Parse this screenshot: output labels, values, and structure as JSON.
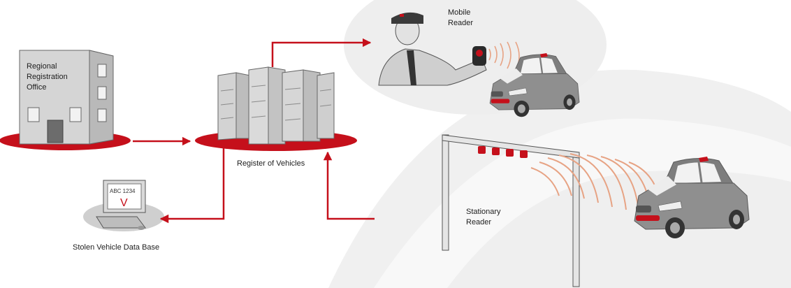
{
  "labels": {
    "regional_office": "Regional\nRegistration\nOffice",
    "register": "Register of Vehicles",
    "stolen_db": "Stolen Vehicle Data Base",
    "mobile_reader": "Mobile\nReader",
    "stationary_reader": "Stationary\nReader",
    "monitor_plate": "ABC 1234",
    "monitor_mark": "V"
  },
  "colors": {
    "accent_red": "#c5101b",
    "background_arc": "#eeeeee",
    "building": "#cfcfcf",
    "car_body": "#8f8f8f",
    "signal_waves": "#e7a384"
  },
  "icons": [
    "building-icon",
    "server-rack-icon",
    "computer-monitor-icon",
    "police-officer-icon",
    "handheld-reader-icon",
    "car-icon",
    "gantry-icon",
    "signal-wave-icon"
  ]
}
